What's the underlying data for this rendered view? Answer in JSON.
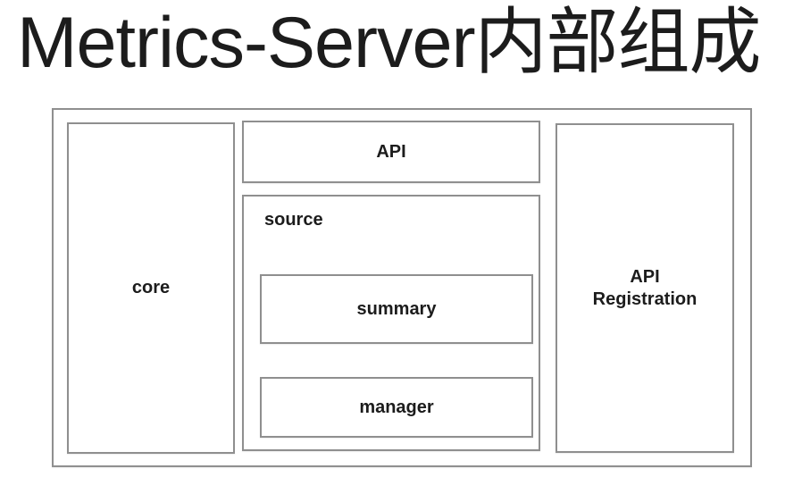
{
  "title": "Metrics-Server内部组成",
  "diagram": {
    "core_label": "core",
    "api_label": "API",
    "source_label": "source",
    "summary_label": "summary",
    "manager_label": "manager",
    "api_registration_line1": "API",
    "api_registration_line2": "Registration"
  },
  "colors": {
    "border": "#8f8f8f",
    "text": "#1c1c1c",
    "background": "#ffffff"
  }
}
